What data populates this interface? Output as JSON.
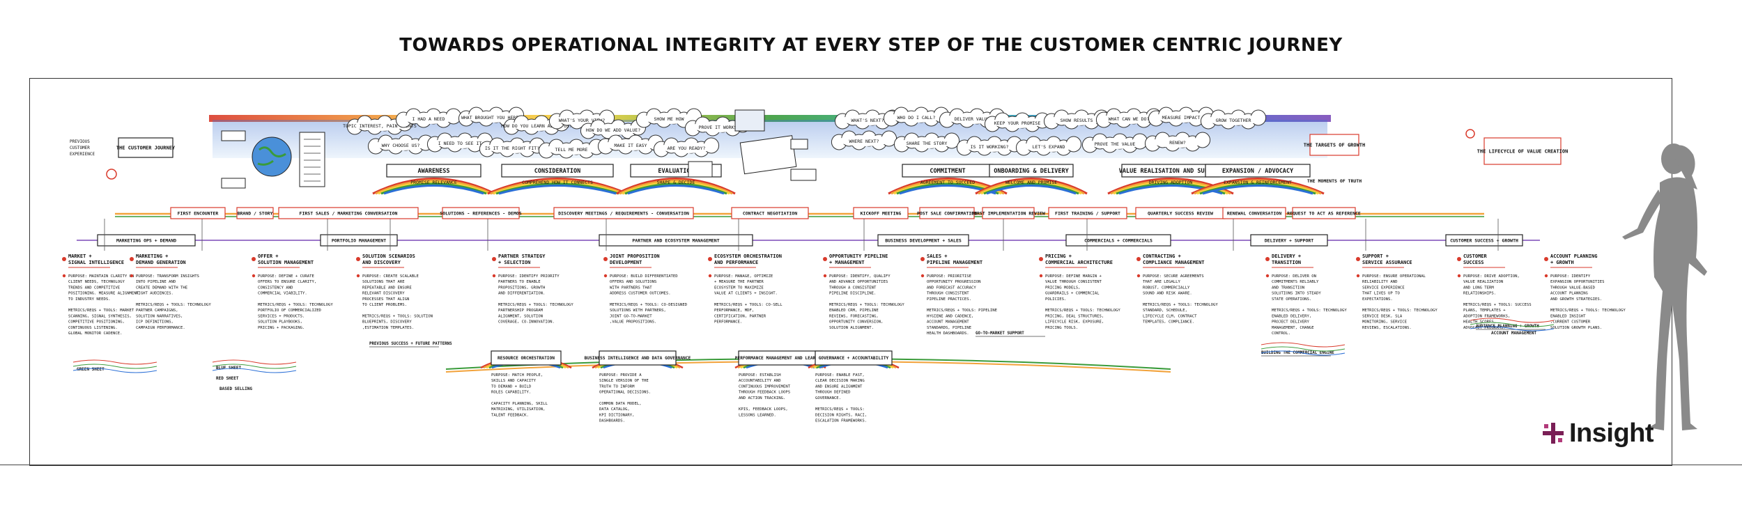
{
  "title": "TOWARDS OPERATIONAL INTEGRITY AT EVERY STEP OF THE CUSTOMER CENTRIC JOURNEY",
  "brand": "Insight",
  "colors": {
    "pink": "#d6336c",
    "green": "#3a9b3a",
    "orange": "#f2a23a",
    "red": "#d93a2b",
    "blue": "#2a6fd6",
    "purple": "#7b4ab8",
    "yellow": "#f6d33a",
    "teal": "#2bb5b0"
  },
  "start_label": "THE CUSTOMER JOURNEY",
  "end_label": "THE LIFECYCLE OF VALUE CREATION",
  "targets_label": "THE TARGETS OF GROWTH",
  "truth_label": "THE MOMENTS OF TRUTH",
  "stages": [
    "AWARENESS",
    "CONSIDERATION",
    "EVALUATION",
    "COMMITMENT",
    "ONBOARDING & DELIVERY",
    "VALUE REALISATION AND SUPPORT",
    "EXPANSION / ADVOCACY"
  ],
  "stage_subs": [
    "PROMISE RELEVANCE",
    "COMPREHEND HOW IT CONNECTS",
    "SHAPE & DECIDE",
    "AGREEMENT TO SUCCEED",
    "WELCOME AND PROMISE",
    "DRIVING ADOPTION",
    "EXPANSION & REINFORCEMENT"
  ],
  "milestones": [
    "FIRST ENCOUNTER",
    "BRAND / STORY",
    "FIRST SALES / MARKETING CONVERSATION",
    "SOLUTIONS - REFERENCES - DEMOS",
    "DISCOVERY MEETINGS / REQUIREMENTS - CONVERSATION",
    "CONTRACT NEGOTIATION",
    "KICKOFF MEETING",
    "POST SALE CONFIRMATION",
    "FIRST IMPLEMENTATION REVIEW",
    "FIRST TRAINING / SUPPORT",
    "QUARTERLY SUCCESS REVIEW",
    "RENEWAL CONVERSATION",
    "REQUEST TO ACT AS REFERENCE"
  ],
  "domains": [
    "MARKETING OPS + DEMAND",
    "PORTFOLIO MANAGEMENT",
    "PARTNER AND ECOSYSTEM MANAGEMENT",
    "BUSINESS DEVELOPMENT + SALES",
    "COMMERCIALS + COMMERCIALS",
    "DELIVERY + SUPPORT",
    "CUSTOMER SUCCESS + GROWTH"
  ],
  "capabilities": [
    {
      "h": "MARKET + SIGNAL INTELLIGENCE",
      "lines": [
        "PURPOSE: MAINTAIN CLARITY ON",
        "CLIENT NEEDS, TECHNOLOGY",
        "TRENDS AND COMPETITIVE",
        "POSITIONING. MEASURE ALIGNMENT",
        "TO INDUSTRY NEEDS.",
        "",
        "METRICS/REQS + TOOLS: MARKET",
        "SCANNING, SIGNAL SYNTHESIS,",
        "COMPETITIVE POSITIONING,",
        "CONTINUOUS LISTENING.",
        "GLOBAL MONITOR CADENCE."
      ]
    },
    {
      "h": "MARKETING + DEMAND GENERATION",
      "lines": [
        "PURPOSE: TRANSFORM INSIGHTS",
        "INTO PIPELINE AND",
        "CREATE DEMAND WITH THE",
        "RIGHT AUDIENCES.",
        "",
        "METRICS/REQS + TOOLS: TECHNOLOGY",
        "PARTNER CAMPAIGNS,",
        "SOLUTION NARRATIVES,",
        "ICP DEFINITIONS,",
        "CAMPAIGN PERFORMANCE."
      ]
    },
    {
      "h": "OFFER + SOLUTION MANAGEMENT",
      "lines": [
        "PURPOSE: DEFINE + CURATE",
        "OFFERS TO ENSURE CLARITY,",
        "CONSISTENCY AND",
        "COMMERCIAL VIABILITY.",
        "",
        "METRICS/REQS + TOOLS: TECHNOLOGY",
        "PORTFOLIO OF COMMERCIALIZED",
        "SERVICES + PRODUCTS.",
        "SOLUTION PLAYBOOKS,",
        "PRICING + PACKAGING."
      ]
    },
    {
      "h": "SOLUTION SCENARIOS AND DISCOVERY",
      "lines": [
        "PURPOSE: CREATE SCALABLE",
        "SOLUTIONS THAT ARE",
        "REPEATABLE AND ENSURE",
        "RELEVANT DISCOVERY",
        "PROCESSES THAT ALIGN",
        "TO CLIENT PROBLEMS.",
        "",
        "METRICS/REQS + TOOLS: SOLUTION",
        "BLUEPRINTS, DISCOVERY",
        ",ESTIMATION TEMPLATES."
      ]
    },
    {
      "h": "PARTNER STRATEGY + SELECTION",
      "lines": [
        "PURPOSE: IDENTIFY PRIORITY",
        "PARTNERS TO ENABLE",
        "PROPOSITIONS, GROWTH",
        "AND DIFFERENTIATION.",
        "",
        "METRICS/REQS + TOOLS: TECHNOLOGY",
        "PARTNERSHIP PROGRAM",
        "ALIGNMENT, SOLUTION",
        "COVERAGE, CO-INNOVATION."
      ]
    },
    {
      "h": "JOINT PROPOSITION DEVELOPMENT",
      "lines": [
        "PURPOSE: BUILD DIFFERENTIATED",
        "OFFERS AND SOLUTIONS",
        "WITH PARTNERS THAT",
        "ADDRESS CUSTOMER OUTCOMES.",
        "",
        "METRICS/REQS + TOOLS: CO-DESIGNED",
        "SOLUTIONS WITH PARTNERS,",
        "JOINT GO-TO-MARKET",
        ",VALUE PROPOSITIONS."
      ]
    },
    {
      "h": "ECOSYSTEM ORCHESTRATION AND PERFORMANCE",
      "lines": [
        "PURPOSE: MANAGE, OPTIMIZE",
        "+ MEASURE THE PARTNER",
        "ECOSYSTEM TO MAXIMIZE",
        "VALUE AT CLIENTS + INSIGHT.",
        "",
        "METRICS/REQS + TOOLS: CO-SELL",
        "PERFORMANCE, MDF,",
        "CERTIFICATION, PARTNER",
        "PERFORMANCE."
      ]
    },
    {
      "h": "OPPORTUNITY PIPELINE + MANAGEMENT",
      "lines": [
        "PURPOSE: IDENTIFY, QUALIFY",
        "AND ADVANCE OPPORTUNITIES",
        "THROUGH A CONSISTENT",
        "PIPELINE DISCIPLINE.",
        "",
        "METRICS/REQS + TOOLS: TECHNOLOGY",
        "ENABLED CRM, PIPELINE",
        "REVIEWS, FORECASTING,",
        "OPPORTUNITY CONVERSION,",
        "SOLUTION ALIGNMENT."
      ]
    },
    {
      "h": "SALES + PIPELINE MANAGEMENT",
      "lines": [
        "PURPOSE: PRIORITISE",
        "OPPORTUNITY PROGRESSION",
        "AND FORECAST ACCURACY",
        "THROUGH CONSISTENT",
        "PIPELINE PRACTICES.",
        "",
        "METRICS/REQS + TOOLS: PIPELINE",
        "HYGIENE AND CADENCE,",
        "ACCOUNT MANAGEMENT",
        "STANDARDS, PIPELINE",
        "HEALTH DASHBOARDS."
      ]
    },
    {
      "h": "PRICING + COMMERCIAL ARCHITECTURE",
      "lines": [
        "PURPOSE: DEFINE MARGIN +",
        "VALUE THROUGH CONSISTENT",
        "PRICING MODELS,",
        "GUARDRAILS + COMMERCIAL",
        "POLICIES.",
        "",
        "METRICS/REQS + TOOLS: TECHNOLOGY",
        "PRICING, DEAL STRUCTURES,",
        "LIFECYCLE RISK, EXPOSURE,",
        "PRICING TOOLS."
      ]
    },
    {
      "h": "CONTRACTING + COMPLIANCE MANAGEMENT",
      "lines": [
        "PURPOSE: SECURE AGREEMENTS",
        "THAT ARE LEGALLY",
        "ROBUST, COMMERCIALLY",
        "SOUND AND RISK AWARE.",
        "",
        "METRICS/REQS + TOOLS: TECHNOLOGY",
        "STANDARD, SCHEDULE,",
        "LIFECYCLE CLM, CONTRACT",
        "TEMPLATES, COMPLIANCE."
      ]
    },
    {
      "h": "DELIVERY + TRANSITION",
      "lines": [
        "PURPOSE: DELIVER ON",
        "COMMITMENTS RELIABLY",
        "AND TRANSITION",
        "SOLUTIONS INTO STEADY",
        "STATE OPERATIONS.",
        "",
        "METRICS/REQS + TOOLS: TECHNOLOGY",
        "ENABLED DELIVERY,",
        "PROJECT DELIVERY",
        "MANAGEMENT, CHANGE",
        "CONTROL."
      ]
    },
    {
      "h": "SUPPORT + SERVICE ASSURANCE",
      "lines": [
        "PURPOSE: ENSURE OPERATIONAL",
        "RELIABILITY AND",
        "SERVICE EXPERIENCE",
        "THAT LIVES UP TO",
        "EXPECTATIONS.",
        "",
        "METRICS/REQS + TOOLS: TECHNOLOGY",
        "SERVICE DESK, SLA",
        "MONITORING, SERVICE",
        "REVIEWS, ESCALATIONS."
      ]
    },
    {
      "h": "CUSTOMER SUCCESS",
      "lines": [
        "PURPOSE: DRIVE ADOPTION,",
        "VALUE REALIZATION",
        "AND LONG TERM",
        "RELATIONSHIPS.",
        "",
        "METRICS/REQS + TOOLS: SUCCESS",
        "PLANS, TEMPLATES +",
        "ADOPTION FRAMEWORKS,",
        "HEALTH SCORES,",
        "ADVOCACY PROGRAMS."
      ]
    },
    {
      "h": "ACCOUNT PLANNING + GROWTH",
      "lines": [
        "PURPOSE: IDENTIFY",
        "EXPANSION OPPORTUNITIES",
        "THROUGH VALUE-BASED",
        "ACCOUNT PLANNING",
        "AND GROWTH STRATEGIES.",
        "",
        "METRICS/REQS + TOOLS: TECHNOLOGY",
        "ENABLED INSIGHT",
        ",CURRENT CUSTOMER",
        "SOLUTION GROWTH PLANS."
      ]
    }
  ],
  "foundation": [
    {
      "h": "RESOURCE ORCHESTRATION",
      "lines": [
        "PURPOSE: MATCH PEOPLE,",
        "SKILLS AND CAPACITY",
        "TO DEMAND + BUILD",
        "ROLES CAPABILITY.",
        "",
        "CAPACITY PLANNING, SKILL",
        "MATRIXING, UTILISATION,",
        "TALENT FEEDBACK."
      ]
    },
    {
      "h": "BUSINESS INTELLIGENCE AND DATA GOVERNANCE",
      "lines": [
        "PURPOSE: PROVIDE A",
        "SINGLE VERSION OF THE",
        "TRUTH TO INFORM",
        "OPERATIONAL DECISIONS.",
        "",
        "COMMON DATA MODEL,",
        "DATA CATALOG,",
        "KPI DICTIONARY,",
        "DASHBOARDS."
      ]
    },
    {
      "h": "PERFORMANCE MANAGEMENT AND LEARNING",
      "lines": [
        "PURPOSE: ESTABLISH",
        "ACCOUNTABILITY AND",
        "CONTINUOUS IMPROVEMENT",
        "THROUGH FEEDBACK LOOPS",
        "AND ACTION TRACKING.",
        "",
        "KPIS, FEEDBACK LOOPS,",
        "LESSONS LEARNED."
      ]
    },
    {
      "h": "GOVERNANCE + ACCOUNTABILITY",
      "lines": [
        "PURPOSE: ENABLE FAST,",
        "CLEAR DECISION MAKING",
        "AND ENSURE ALIGNMENT",
        "THROUGH DEFINED",
        "GOVERNANCE.",
        "",
        "METRICS/REQS + TOOLS:",
        "DECISION RIGHTS, RACI,",
        "ESCALATION FRAMEWORKS."
      ]
    }
  ],
  "side_notes": [
    "PREVIOUS SUCCESS + FUTURE PATTERNS",
    "GO-TO-MARKET SUPPORT",
    "BUILDING THE COMMERCIAL ENGINE",
    "AUDIENCE PLANNING + GROWTH"
  ],
  "bottom_notes": [
    "GREEN SHEET",
    "BLUE SHEET",
    "RED SHEET",
    "BASED SELLING",
    "ACCOUNT MANAGEMENT"
  ],
  "clouds": [
    "TOPIC INTEREST, PAIN POINTS",
    "I HAD A NEED",
    "WHAT BROUGHT YOU HERE?",
    "HOW DO YOU LEARN ABOUT US?",
    "WHAT'S YOUR VIEW?",
    "HOW DO WE ADD VALUE?",
    "SHOW ME HOW",
    "PROVE IT WORKS",
    "WHY CHOOSE US?",
    "I NEED TO SEE IT",
    "IS IT THE RIGHT FIT?",
    "TELL ME MORE",
    "MAKE IT EASY",
    "ARE YOU READY?",
    "WHAT'S NEXT?",
    "WHO DO I CALL?",
    "DELIVER VALUE",
    "KEEP YOUR PROMISE",
    "SHOW RESULTS",
    "WHAT CAN WE DO?",
    "MEASURE IMPACT",
    "GROW TOGETHER",
    "WHERE NEXT?",
    "SHARE THE STORY",
    "IS IT WORKING?",
    "LET'S EXPAND",
    "PROVE THE VALUE",
    "RENEW?"
  ]
}
